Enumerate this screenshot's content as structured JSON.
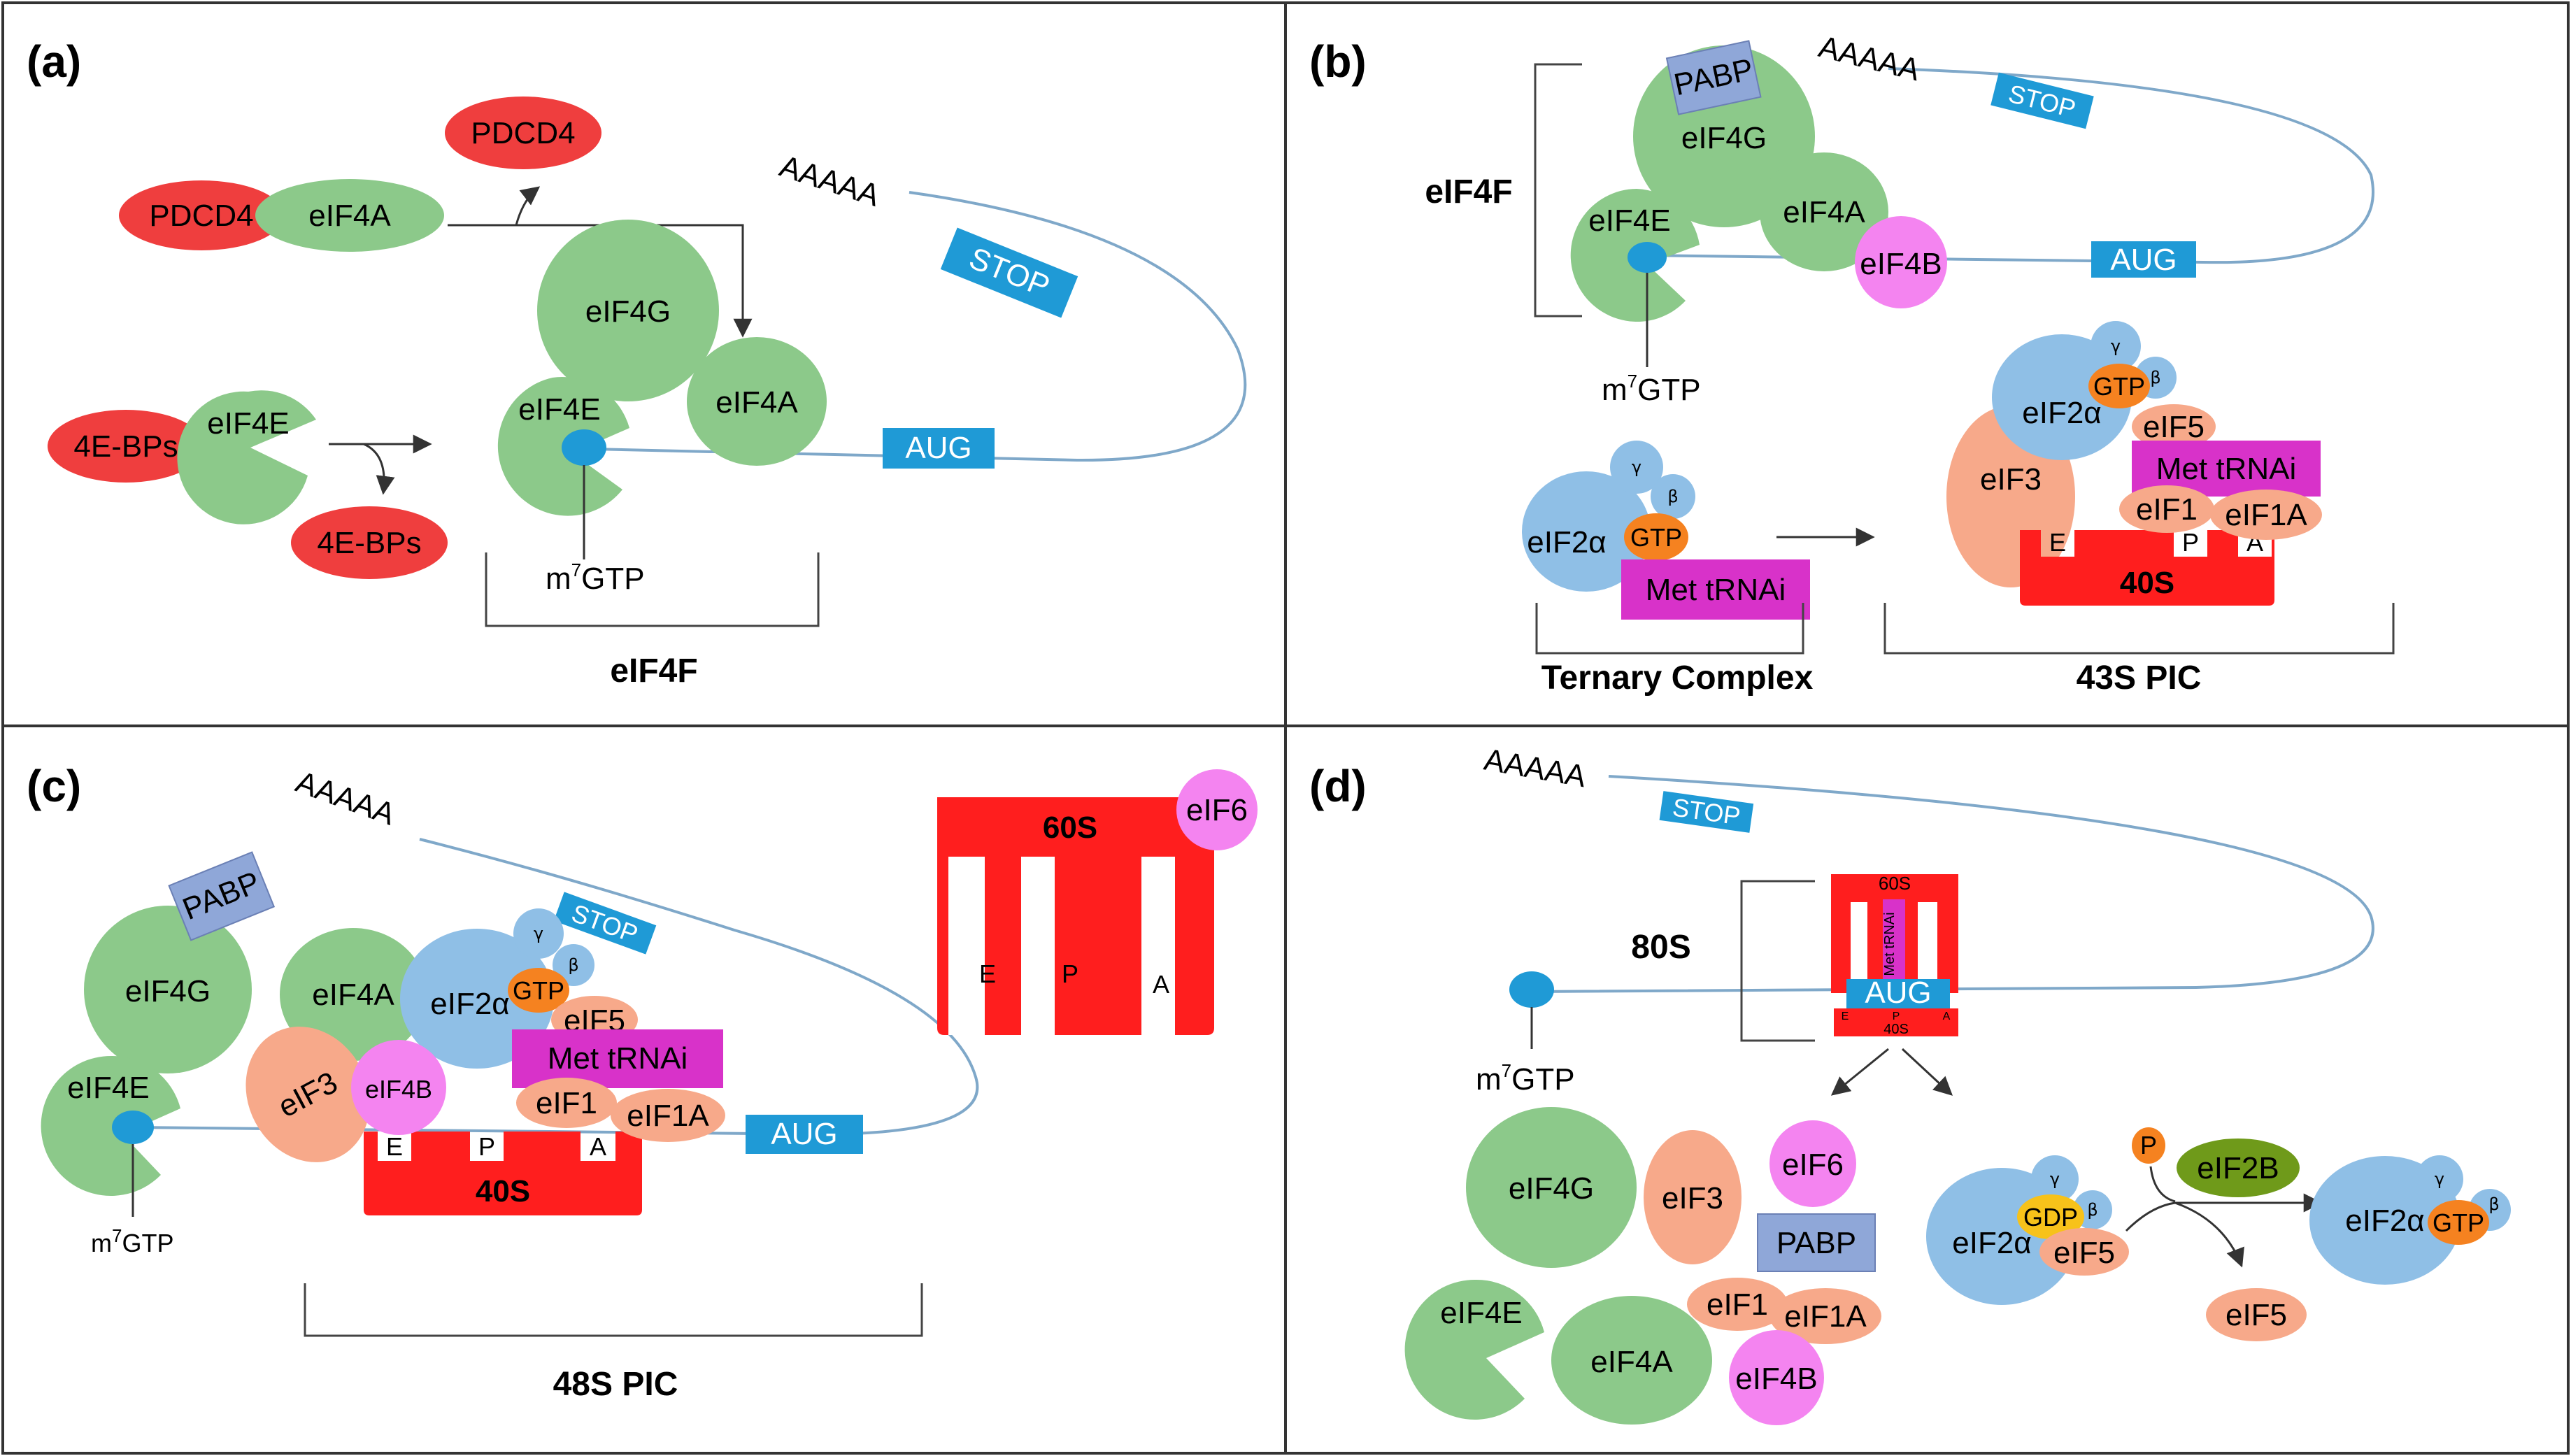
{
  "panels": {
    "a": {
      "label": "(a)",
      "pdcd4_bound": "PDCD4",
      "pdcd4_free": "PDCD4",
      "eif4a_bound": "eIF4A",
      "bp_bound": "4E-BPs",
      "bp_free": "4E-BPs",
      "eif4e_bound": "eIF4E",
      "eif4g": "eIF4G",
      "eif4a": "eIF4A",
      "eif4e": "eIF4E",
      "cap_prefix": "m",
      "cap_sup": "7",
      "cap_suffix": "GTP",
      "polya": "AAAAA",
      "stop": "STOP",
      "aug": "AUG",
      "complex": "eIF4F"
    },
    "b": {
      "label": "(b)",
      "pabp": "PABP",
      "polya": "AAAAA",
      "stop": "STOP",
      "eif4g": "eIF4G",
      "eif4a": "eIF4A",
      "eif4e": "eIF4E",
      "eif4b": "eIF4B",
      "aug": "AUG",
      "eif4f": "eIF4F",
      "cap_prefix": "m",
      "cap_sup": "7",
      "cap_suffix": "GTP",
      "gamma": "γ",
      "beta": "β",
      "eif2a": "eIF2α",
      "gtp": "GTP",
      "met_trna": "Met tRNAi",
      "ternary_complex": "Ternary Complex",
      "eif5": "eIF5",
      "eif3": "eIF3",
      "eif1": "eIF1",
      "eif1a": "eIF1A",
      "site_e": "E",
      "site_p": "P",
      "site_a": "A",
      "subunit_40s": "40S",
      "pic_43s": "43S PIC"
    },
    "c": {
      "label": "(c)",
      "polya": "AAAAA",
      "stop": "STOP",
      "pabp": "PABP",
      "eif4g": "eIF4G",
      "eif4a": "eIF4A",
      "eif4e": "eIF4E",
      "eif3": "eIF3",
      "eif4b": "eIF4B",
      "gamma": "γ",
      "beta": "β",
      "eif2a": "eIF2α",
      "gtp": "GTP",
      "eif5": "eIF5",
      "met_trna": "Met tRNAi",
      "eif1": "eIF1",
      "eif1a": "eIF1A",
      "aug": "AUG",
      "site_e": "E",
      "site_p": "P",
      "site_a": "A",
      "subunit_40s": "40S",
      "subunit_60s": "60S",
      "eif6": "eIF6",
      "cap_prefix": "m",
      "cap_sup": "7",
      "cap_suffix": "GTP",
      "pic_48s": "48S PIC"
    },
    "d": {
      "label": "(d)",
      "polya": "AAAAA",
      "stop": "STOP",
      "ribosome_80s": "80S",
      "subunit_60s": "60S",
      "subunit_40s": "40S",
      "met_trna": "Met tRNAi",
      "aug": "AUG",
      "site_e": "E",
      "site_p": "P",
      "site_a": "A",
      "cap_prefix": "m",
      "cap_sup": "7",
      "cap_suffix": "GTP",
      "eif4g": "eIF4G",
      "eif3": "eIF3",
      "eif6": "eIF6",
      "pabp": "PABP",
      "eif4e": "eIF4E",
      "eif4a": "eIF4A",
      "eif1": "eIF1",
      "eif1a": "eIF1A",
      "eif4b": "eIF4B",
      "gamma": "γ",
      "beta": "β",
      "eif2a": "eIF2α",
      "gdp": "GDP",
      "eif5": "eIF5",
      "phosphate": "P",
      "eif2b": "eIF2B",
      "eif5_released": "eIF5",
      "gamma_2": "γ",
      "beta_2": "β",
      "eif2a_2": "eIF2α",
      "gtp_2": "GTP"
    }
  },
  "colors": {
    "green": "#8cc98a",
    "green_dark": "#6fb46c",
    "red_protein": "#ef3e3e",
    "blue_protein": "#8fbfe6",
    "orange_gtp": "#f58220",
    "peach": "#f7a98a",
    "pink": "#f484f0",
    "magenta": "#d832c9",
    "ribosome_red": "#ff1e1e",
    "label_blue": "#1f9ad6",
    "mrna": "#7fa8c9",
    "pabp": "#8fa7d8",
    "gdp_yellow": "#f7c21a",
    "eif2b_olive": "#6f9a1a"
  }
}
